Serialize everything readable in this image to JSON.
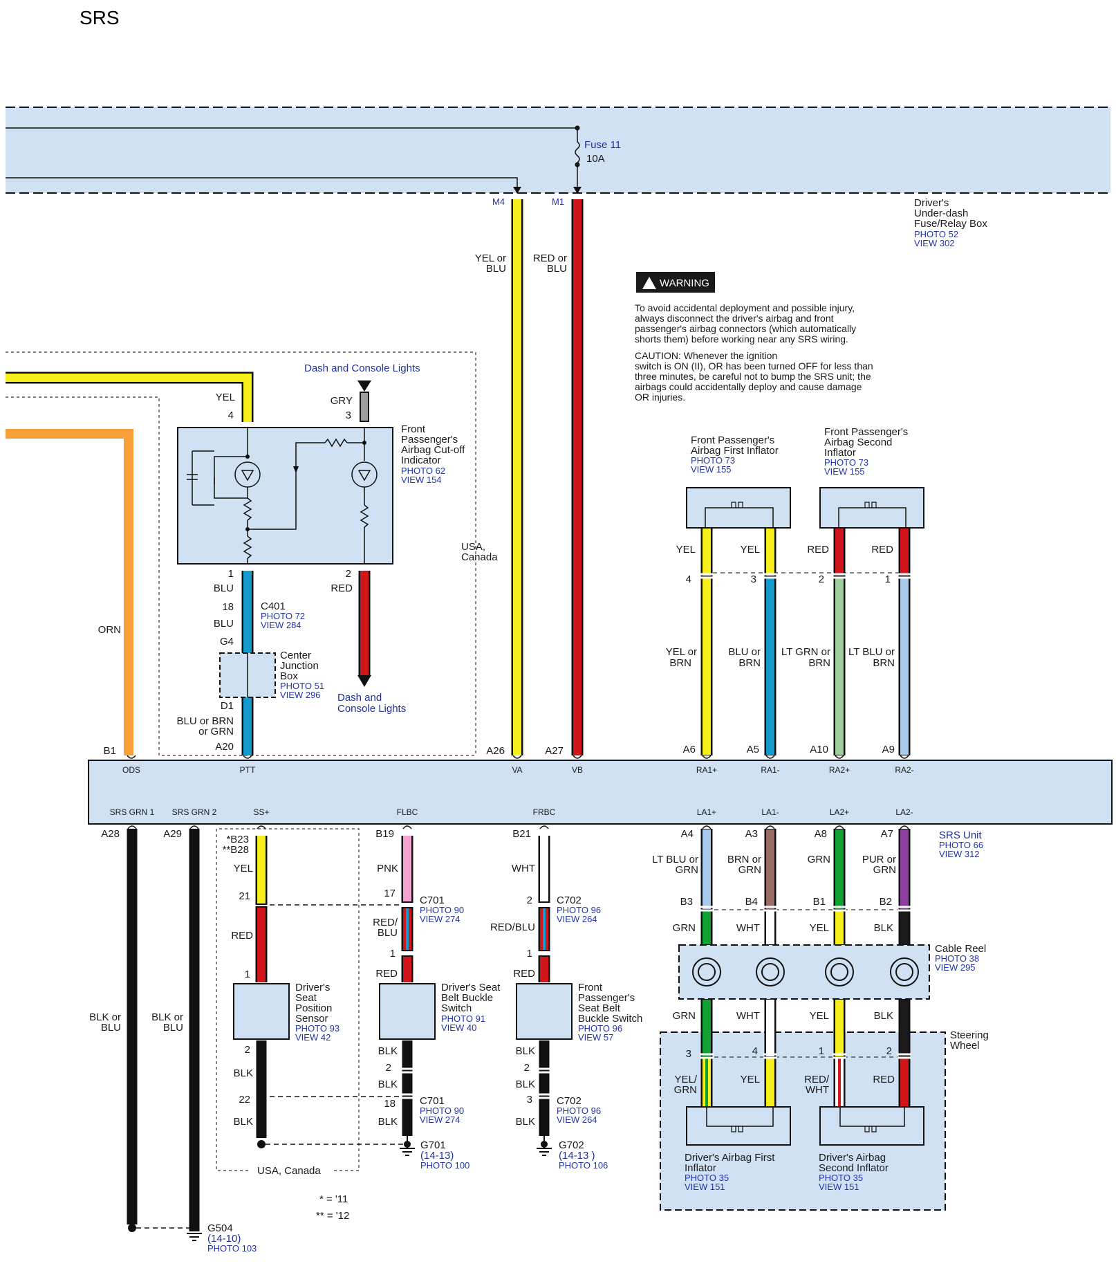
{
  "title": "SRS",
  "fuse_box": {
    "fuse_label": "Fuse 11",
    "fuse_rating": "10A",
    "pin_m4": "M4",
    "pin_m1": "M1",
    "name": [
      "Driver's",
      "Under-dash",
      "Fuse/Relay Box"
    ],
    "photo": "PHOTO 52",
    "view": "VIEW 302"
  },
  "warning": {
    "badge": "WARNING",
    "body": [
      "To avoid accidental deployment and possible injury,",
      "always disconnect the driver's airbag and front",
      "passenger's airbag connectors (which automatically",
      "shorts them) before working near any SRS wiring."
    ],
    "caution": [
      "CAUTION: Whenever the ignition",
      "switch is ON (II), OR has been turned OFF for less than",
      "three minutes, be careful not to bump the SRS unit; the",
      "airbags could accidentally deploy and cause damage",
      "OR injuries."
    ]
  },
  "upper_wires": {
    "va_color": [
      "YEL or",
      "BLU"
    ],
    "vb_color": [
      "RED or",
      "BLU"
    ],
    "orn": "ORN",
    "usa_canada": [
      "USA,",
      "Canada"
    ]
  },
  "cutoff_indicator": {
    "dash_top": "Dash and Console Lights",
    "yel": "YEL",
    "gry": "GRY",
    "pin4": "4",
    "pin3": "3",
    "pin1": "1",
    "pin2": "2",
    "name": [
      "Front",
      "Passenger's",
      "Airbag Cut-off",
      "Indicator"
    ],
    "photo": "PHOTO 62",
    "view": "VIEW 154",
    "blu1": "BLU",
    "red": "RED",
    "c401_pin": "18",
    "c401": "C401",
    "c401_photo": "PHOTO 72",
    "c401_view": "VIEW 284",
    "blu2": "BLU",
    "g4": "G4",
    "cjb_name": [
      "Center",
      "Junction",
      "Box"
    ],
    "cjb_photo": "PHOTO 51",
    "cjb_view": "VIEW 296",
    "d1": "D1",
    "blu_brn": [
      "BLU or BRN",
      "or GRN"
    ],
    "a20": "A20",
    "dash_bottom": [
      "Dash and",
      "Console Lights"
    ]
  },
  "srs_unit": {
    "name": "SRS Unit",
    "photo": "PHOTO 66",
    "view": "VIEW 312",
    "top_pins": [
      "B1",
      "A26",
      "A27",
      "A6",
      "A5",
      "A10",
      "A9"
    ],
    "top_terms": [
      "ODS",
      "PTT",
      "VA",
      "VB",
      "RA1+",
      "RA1-",
      "RA2+",
      "RA2-"
    ],
    "bottom_terms": [
      "SRS GRN 1",
      "SRS GRN 2",
      "SS+",
      "FLBC",
      "FRBC",
      "LA1+",
      "LA1-",
      "LA2+",
      "LA2-"
    ],
    "bottom_pins": [
      "A28",
      "A29",
      "B19",
      "B21",
      "A4",
      "A3",
      "A8",
      "A7"
    ],
    "bottom_pins_ss": [
      "*B23",
      "**B28"
    ]
  },
  "passenger_inflators": {
    "first_name": [
      "Front Passenger's",
      "Airbag First Inflator"
    ],
    "first_photo": "PHOTO 73",
    "first_view": "VIEW 155",
    "second_name": [
      "Front Passenger's",
      "Airbag Second",
      "Inflator"
    ],
    "second_photo": "PHOTO 73",
    "second_view": "VIEW 155",
    "wire_top": [
      "YEL",
      "YEL",
      "RED",
      "RED"
    ],
    "pins": [
      "4",
      "3",
      "2",
      "1"
    ],
    "wire_bottom": [
      [
        "YEL or",
        "BRN"
      ],
      [
        "BLU or",
        "BRN"
      ],
      [
        "LT GRN or",
        "BRN"
      ],
      [
        "LT BLU or",
        "BRN"
      ]
    ]
  },
  "ground": {
    "blk_blu_1": [
      "BLK or",
      "BLU"
    ],
    "blk_blu_2": [
      "BLK or",
      "BLU"
    ],
    "g504": "G504",
    "g504_ref": "(14-10)",
    "g504_photo": "PHOTO 103"
  },
  "seat_position": {
    "yel": "YEL",
    "pin21": "21",
    "red": "RED",
    "pin1": "1",
    "name": [
      "Driver's",
      "Seat",
      "Position",
      "Sensor"
    ],
    "photo": "PHOTO 93",
    "view": "VIEW 42",
    "pin2": "2",
    "blk1": "BLK",
    "pin22": "22",
    "blk2": "BLK",
    "usa": "USA, Canada",
    "note1": "* = '11",
    "note2": "** = '12"
  },
  "buckle_switch": {
    "pnk": "PNK",
    "pin17": "17",
    "c701": "C701",
    "c701_photo": "PHOTO 90",
    "c701_view": "VIEW 274",
    "redblu": [
      "RED/",
      "BLU"
    ],
    "pin1": "1",
    "red": "RED",
    "name": [
      "Driver's Seat",
      "Belt Buckle",
      "Switch"
    ],
    "photo": "PHOTO 91",
    "view": "VIEW 40",
    "blk1": "BLK",
    "pin2": "2",
    "blk2": "BLK",
    "pin18": "18",
    "c701b": "C701",
    "c701b_photo": "PHOTO 90",
    "c701b_view": "VIEW 274",
    "blk3": "BLK",
    "g701": "G701",
    "g701_ref": "(14-13)",
    "g701_photo": "PHOTO 100"
  },
  "fp_buckle": {
    "wht": "WHT",
    "pin2": "2",
    "c702": "C702",
    "c702_photo": "PHOTO 96",
    "c702_view": "VIEW 264",
    "redblu": "RED/BLU",
    "pin1": "1",
    "red": "RED",
    "name": [
      "Front",
      "Passenger's",
      "Seat Belt",
      "Buckle Switch"
    ],
    "photo": "PHOTO 96",
    "view": "VIEW 57",
    "blk1": "BLK",
    "pin2b": "2",
    "blk2": "BLK",
    "pin3": "3",
    "c702b": "C702",
    "c702b_photo": "PHOTO 96",
    "c702b_view": "VIEW 264",
    "blk3": "BLK",
    "g702": "G702",
    "g702_ref": "(14-13  )",
    "g702_photo": "PHOTO 106"
  },
  "driver_airbag": {
    "wire_top": [
      [
        "LT BLU or",
        "GRN"
      ],
      [
        "BRN or",
        "GRN"
      ],
      [
        "GRN"
      ],
      [
        "PUR or",
        "GRN"
      ]
    ],
    "b_pins": [
      "B3",
      "B4",
      "B1",
      "B2"
    ],
    "reel_top": [
      "GRN",
      "WHT",
      "YEL",
      "BLK"
    ],
    "cable_reel": "Cable Reel",
    "cable_photo": "PHOTO 38",
    "cable_view": "VIEW 295",
    "reel_bottom": [
      "GRN",
      "WHT",
      "YEL",
      "BLK"
    ],
    "steering": [
      "Steering",
      "Wheel"
    ],
    "sw_pins": [
      "3",
      "4",
      "1",
      "2"
    ],
    "sw_wires": [
      [
        "YEL/",
        "GRN"
      ],
      [
        "YEL"
      ],
      [
        "RED/",
        "WHT"
      ],
      [
        "RED"
      ]
    ],
    "first_name": [
      "Driver's Airbag First",
      "Inflator"
    ],
    "first_photo": "PHOTO 35",
    "first_view": "VIEW 151",
    "second_name": [
      "Driver's Airbag",
      "Second Inflator"
    ],
    "second_photo": "PHOTO 35",
    "second_view": "VIEW 151"
  },
  "colors": {
    "yellow": "#f7ee1e",
    "red": "#d0161a",
    "orange": "#f7a037",
    "blue": "#139bd0",
    "gray": "#9d9d9d",
    "pink": "#f2a3cf",
    "ltgreen": "#9fcd9c",
    "ltblue": "#a8c9ec",
    "brown": "#9b6c65",
    "green": "#12a135",
    "purple": "#8e3f9f",
    "box_fill": "#cfe1f3"
  }
}
